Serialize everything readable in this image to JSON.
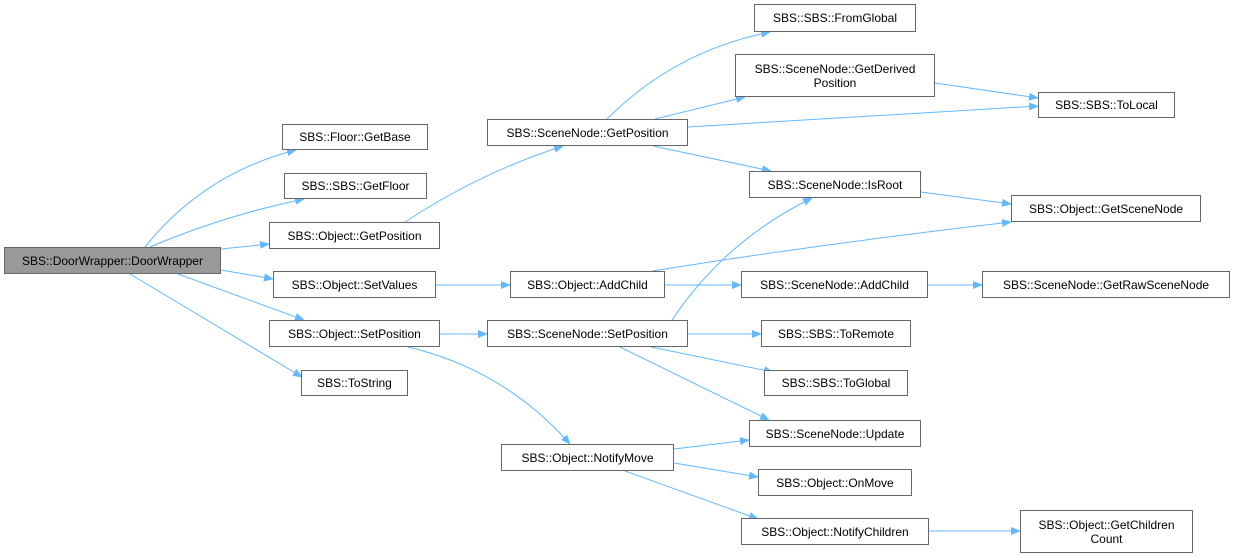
{
  "graph": {
    "edge_color": "#63b8ff",
    "root_fill": "#999999",
    "node_border": "#666666",
    "nodes": [
      {
        "id": "doorwrapper",
        "label": "SBS::DoorWrapper::DoorWrapper",
        "root": true
      },
      {
        "id": "floor_getbase",
        "label": "SBS::Floor::GetBase"
      },
      {
        "id": "sbs_getfloor",
        "label": "SBS::SBS::GetFloor"
      },
      {
        "id": "object_getposition",
        "label": "SBS::Object::GetPosition"
      },
      {
        "id": "object_setvalues",
        "label": "SBS::Object::SetValues"
      },
      {
        "id": "object_setposition",
        "label": "SBS::Object::SetPosition"
      },
      {
        "id": "tostring",
        "label": "SBS::ToString"
      },
      {
        "id": "scenenode_getposition",
        "label": "SBS::SceneNode::GetPosition"
      },
      {
        "id": "object_addchild",
        "label": "SBS::Object::AddChild"
      },
      {
        "id": "scenenode_setposition",
        "label": "SBS::SceneNode::SetPosition"
      },
      {
        "id": "object_notifymove",
        "label": "SBS::Object::NotifyMove"
      },
      {
        "id": "sbs_fromglobal",
        "label": "SBS::SBS::FromGlobal"
      },
      {
        "id": "scenenode_getderivedposition",
        "label": "SBS::SceneNode::GetDerived\nPosition"
      },
      {
        "id": "scenenode_isroot",
        "label": "SBS::SceneNode::IsRoot"
      },
      {
        "id": "scenenode_addchild",
        "label": "SBS::SceneNode::AddChild"
      },
      {
        "id": "sbs_toremote",
        "label": "SBS::SBS::ToRemote"
      },
      {
        "id": "sbs_toglobal",
        "label": "SBS::SBS::ToGlobal"
      },
      {
        "id": "scenenode_update",
        "label": "SBS::SceneNode::Update"
      },
      {
        "id": "object_onmove",
        "label": "SBS::Object::OnMove"
      },
      {
        "id": "object_notifychildren",
        "label": "SBS::Object::NotifyChildren"
      },
      {
        "id": "sbs_tolocal",
        "label": "SBS::SBS::ToLocal"
      },
      {
        "id": "object_getscenenode",
        "label": "SBS::Object::GetSceneNode"
      },
      {
        "id": "scenenode_getrawscenenode",
        "label": "SBS::SceneNode::GetRawSceneNode"
      },
      {
        "id": "object_getchildrencount",
        "label": "SBS::Object::GetChildren\nCount"
      }
    ],
    "edges": [
      {
        "from": "doorwrapper",
        "to": "floor_getbase"
      },
      {
        "from": "doorwrapper",
        "to": "sbs_getfloor"
      },
      {
        "from": "doorwrapper",
        "to": "object_getposition"
      },
      {
        "from": "doorwrapper",
        "to": "object_setvalues"
      },
      {
        "from": "doorwrapper",
        "to": "object_setposition"
      },
      {
        "from": "doorwrapper",
        "to": "tostring"
      },
      {
        "from": "object_getposition",
        "to": "scenenode_getposition"
      },
      {
        "from": "scenenode_getposition",
        "to": "sbs_fromglobal"
      },
      {
        "from": "scenenode_getposition",
        "to": "scenenode_getderivedposition"
      },
      {
        "from": "scenenode_getposition",
        "to": "sbs_tolocal"
      },
      {
        "from": "scenenode_getposition",
        "to": "scenenode_isroot"
      },
      {
        "from": "scenenode_getderivedposition",
        "to": "sbs_tolocal"
      },
      {
        "from": "scenenode_isroot",
        "to": "object_getscenenode"
      },
      {
        "from": "object_setvalues",
        "to": "object_addchild"
      },
      {
        "from": "object_addchild",
        "to": "object_getscenenode"
      },
      {
        "from": "object_addchild",
        "to": "scenenode_addchild"
      },
      {
        "from": "scenenode_addchild",
        "to": "scenenode_getrawscenenode"
      },
      {
        "from": "object_setposition",
        "to": "scenenode_setposition"
      },
      {
        "from": "object_setposition",
        "to": "object_notifymove"
      },
      {
        "from": "scenenode_setposition",
        "to": "scenenode_isroot"
      },
      {
        "from": "scenenode_setposition",
        "to": "sbs_toremote"
      },
      {
        "from": "scenenode_setposition",
        "to": "sbs_toglobal"
      },
      {
        "from": "scenenode_setposition",
        "to": "scenenode_update"
      },
      {
        "from": "object_notifymove",
        "to": "scenenode_update"
      },
      {
        "from": "object_notifymove",
        "to": "object_onmove"
      },
      {
        "from": "object_notifymove",
        "to": "object_notifychildren"
      },
      {
        "from": "object_notifychildren",
        "to": "object_getchildrencount"
      }
    ]
  }
}
